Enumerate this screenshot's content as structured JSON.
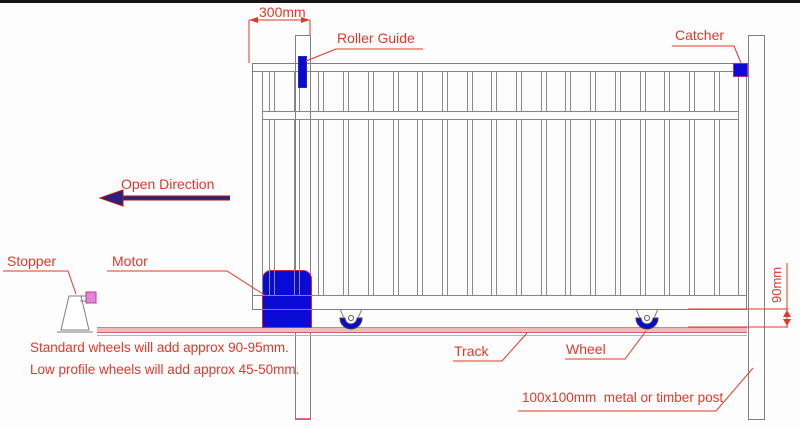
{
  "title": "Sliding gate installation diagram",
  "labels": {
    "dim_300": "300mm",
    "roller_guide": "Roller Guide",
    "catcher": "Catcher",
    "open_direction": "Open Direction",
    "stopper": "Stopper",
    "motor": "Motor",
    "track": "Track",
    "wheel": "Wheel",
    "dim_90": "90mm",
    "post": "100x100mm  metal or timber post"
  },
  "notes": {
    "standard_wheels": "Standard wheels will add approx 90-95mm.",
    "low_profile_wheels": "Low profile wheels will add approx 45-50mm."
  },
  "colors": {
    "label_red": "#e0392b",
    "component_blue": "#0a0ad6",
    "cad_line_gray": "#808080",
    "track_pink": "#f0baba",
    "open_arrow_navy": "#2d1f7e",
    "stopper_rubber_pink": "#e583d6",
    "motor_outline": "#cc2255"
  },
  "diagram": {
    "picket_count": 19,
    "wheel_count": 2
  }
}
